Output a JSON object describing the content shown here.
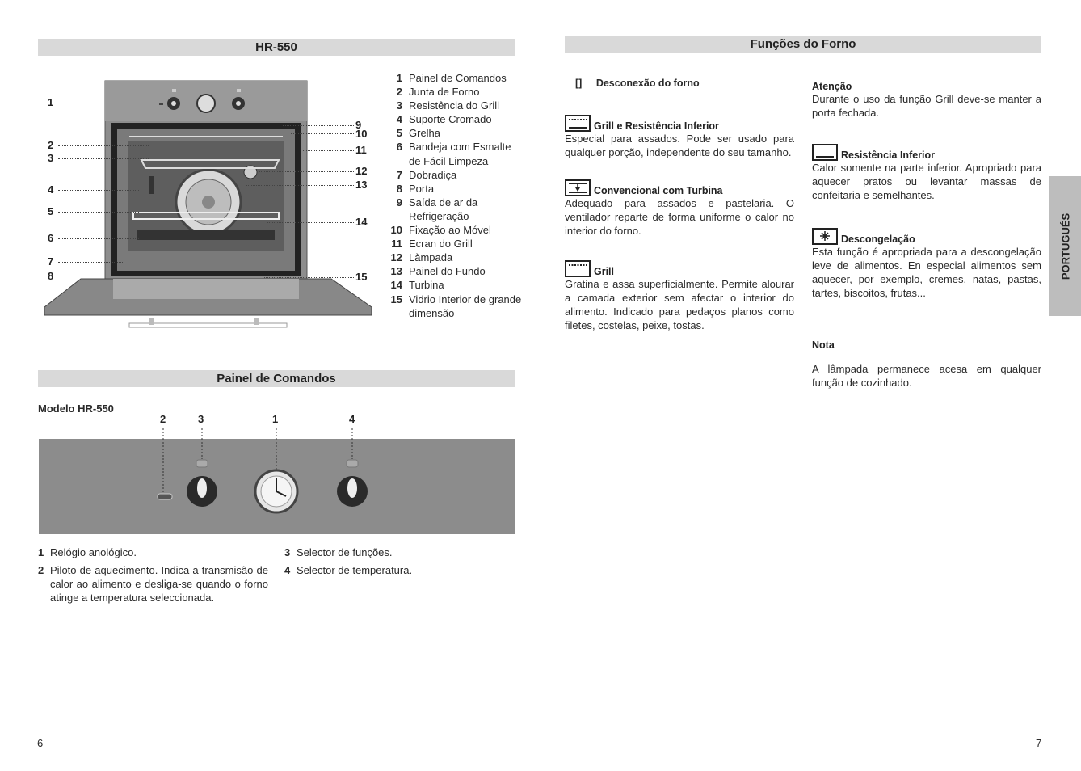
{
  "left_page": {
    "section1_title": "HR-550",
    "diagram_labels": [
      "1",
      "2",
      "3",
      "4",
      "5",
      "6",
      "7",
      "8",
      "9",
      "10",
      "11",
      "12",
      "13",
      "14",
      "15"
    ],
    "legend": [
      {
        "num": "1",
        "text": "Painel de Comandos"
      },
      {
        "num": "2",
        "text": "Junta de Forno"
      },
      {
        "num": "3",
        "text": "Resistência do Grill"
      },
      {
        "num": "4",
        "text": "Suporte Cromado"
      },
      {
        "num": "5",
        "text": "Grelha"
      },
      {
        "num": "6",
        "text": "Bandeja com Esmalte de Fácil Limpeza"
      },
      {
        "num": "7",
        "text": "Dobradiça"
      },
      {
        "num": "8",
        "text": "Porta"
      },
      {
        "num": "9",
        "text": "Saída de ar da Refrigeração"
      },
      {
        "num": "10",
        "text": "Fixação ao Móvel"
      },
      {
        "num": "11",
        "text": "Ecran do Grill"
      },
      {
        "num": "12",
        "text": "Làmpada"
      },
      {
        "num": "13",
        "text": "Painel do Fundo"
      },
      {
        "num": "14",
        "text": "Turbina"
      },
      {
        "num": "15",
        "text": "Vidrio Interior de grande dimensão"
      }
    ],
    "section2_title": "Painel de Comandos",
    "model_label": "Modelo HR-550",
    "panel_labels": [
      "2",
      "3",
      "1",
      "4"
    ],
    "panel_items_left": [
      {
        "num": "1",
        "text": "Relógio anológico."
      },
      {
        "num": "2",
        "text": "Piloto de aquecimento. Indica a transmisão de calor ao alimento e desliga-se quando o forno atinge a temperatura seleccionada."
      }
    ],
    "panel_items_right": [
      {
        "num": "3",
        "text": "Selector de funções."
      },
      {
        "num": "4",
        "text": "Selector de temperatura."
      }
    ],
    "page_number": "6"
  },
  "right_page": {
    "title": "Funções do Forno",
    "off_symbol": "[]",
    "off_heading": "Desconexão do forno",
    "functions": [
      {
        "icon": "grill-bottom-icon",
        "heading": "Grill e Resistência Inferior",
        "text": "Especial para assados. Pode ser usado para qualquer porção, independente do seu tamanho."
      },
      {
        "icon": "convection-fan-icon",
        "heading": "Convencional com Turbina",
        "text": "Adequado para assados e pastelaria. O ventilador reparte de forma uniforme o calor no interior do forno."
      },
      {
        "icon": "grill-icon",
        "heading": "Grill",
        "text": "Gratina e assa superficialmente. Permite alourar a camada  exterior sem afectar o interior do alimento. Indicado para pedaços planos como filetes, costelas, peixe, tostas."
      }
    ],
    "attention_heading": "Atenção",
    "attention_text": "Durante o uso da função Grill deve-se manter a porta fechada.",
    "functions_right": [
      {
        "icon": "bottom-heat-icon",
        "heading": "Resistência Inferior",
        "text": "Calor somente na parte inferior. Apropriado para aquecer pratos ou levantar massas de confeitaria e semelhantes."
      },
      {
        "icon": "defrost-icon",
        "heading": "Descongelação",
        "text": "Esta função é apropriada para a descongelação leve de alimentos. En especial alimentos sem aquecer, por exemplo, cremes, natas, pastas, tartes, biscoitos, frutas..."
      }
    ],
    "note_heading": "Nota",
    "note_text": "A lâmpada permanece acesa em qualquer função de cozinhado.",
    "side_tab": "PORTUGUÉS",
    "page_number": "7"
  }
}
